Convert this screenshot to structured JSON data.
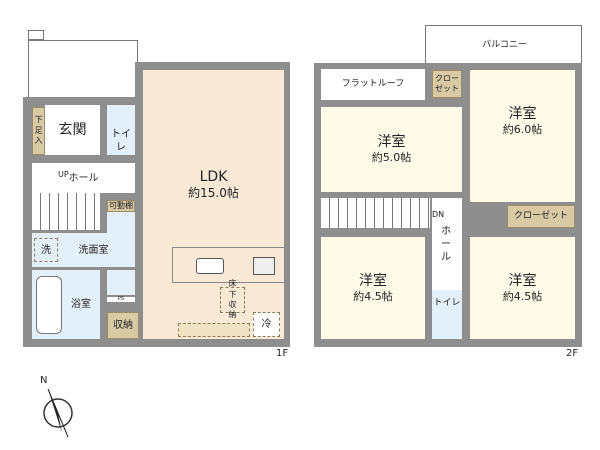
{
  "floors": {
    "first": {
      "label": "1F",
      "rooms": {
        "ldk": {
          "name": "LDK",
          "size": "約15.0帖"
        },
        "entrance": "玄関",
        "shoe_storage": "下足入",
        "toilet": "トイレ",
        "hall": "ホール",
        "stairs_up": "UP",
        "movable_shelf": "可動棚",
        "washroom": "洗面室",
        "washer": "洗",
        "bathroom": "浴室",
        "pipe_space": "PS",
        "storage": "収納",
        "underfloor_storage": "床下収納",
        "fridge": "冷"
      }
    },
    "second": {
      "label": "2F",
      "rooms": {
        "balcony": "バルコニー",
        "flat_roof": "フラットルーフ",
        "closet_small": "クローゼット",
        "western_1": {
          "name": "洋室",
          "size": "約5.0帖"
        },
        "western_2": {
          "name": "洋室",
          "size": "約6.0帖"
        },
        "closet": "クローゼット",
        "stairs_down": "DN",
        "hall": "ホール",
        "western_3": {
          "name": "洋室",
          "size": "約4.5帖"
        },
        "toilet": "トイレ",
        "western_4": {
          "name": "洋室",
          "size": "約4.5帖"
        }
      }
    }
  },
  "compass": {
    "label": "N"
  },
  "colors": {
    "wall": "#8e8e8e",
    "ldk": "#f8e9d7",
    "room": "#fdfbe8",
    "wet": "#e3f0f9",
    "storage": "#d8caa4"
  }
}
